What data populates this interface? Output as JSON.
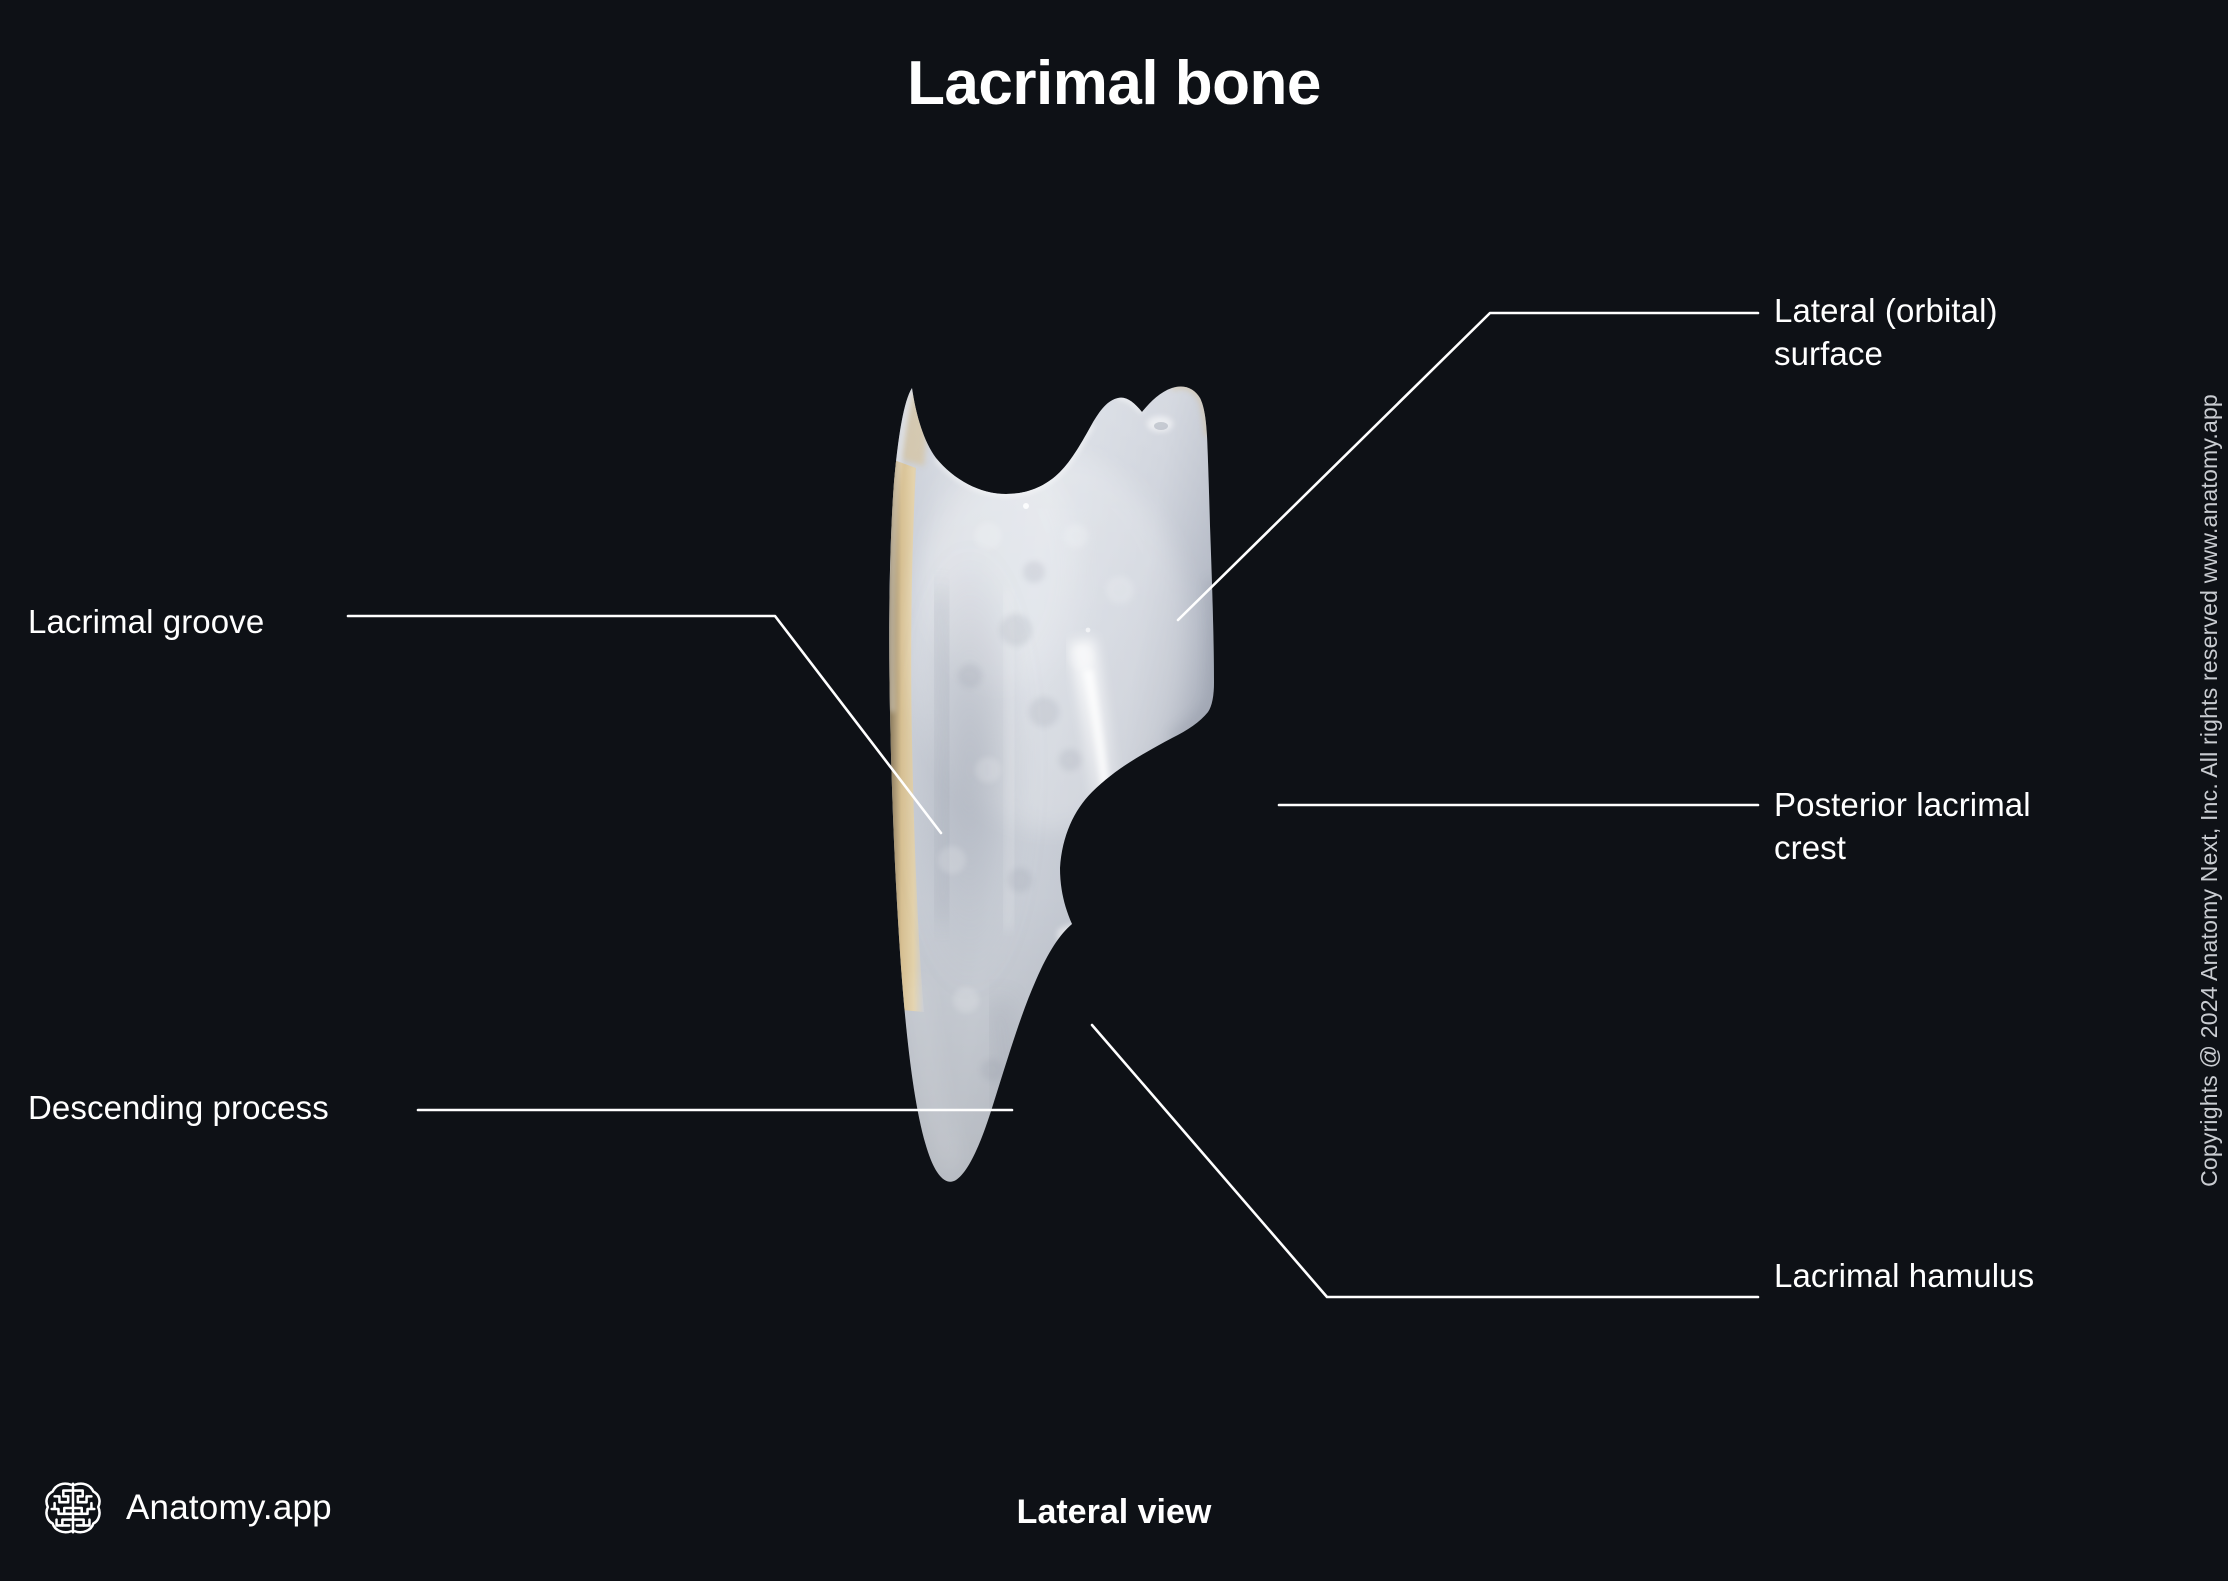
{
  "page": {
    "title": "Lacrimal bone",
    "caption": "Lateral view",
    "background_color": "#0e1116",
    "text_color": "#ffffff",
    "leader_line_color": "#ffffff"
  },
  "brand": {
    "name": "Anatomy.app",
    "icon": "brain-icon"
  },
  "copyright": {
    "text": "Copyrights @ 2024 Anatomy Next, Inc. All rights reserved www.anatomy.app"
  },
  "specimen": {
    "name": "lacrimal-bone",
    "view": "Lateral view",
    "bone_color": "#c3c8d2",
    "bone_highlight_color": "#f2f4f8",
    "bone_shadow_color": "#8d93a1",
    "bone_edge_color": "#d9c49a"
  },
  "labels": [
    {
      "id": "lateral-orbital-surface",
      "text": "Lateral (orbital)\nsurface",
      "side": "right"
    },
    {
      "id": "posterior-lacrimal-crest",
      "text": "Posterior lacrimal\ncrest",
      "side": "right"
    },
    {
      "id": "lacrimal-hamulus",
      "text": "Lacrimal hamulus",
      "side": "right"
    },
    {
      "id": "lacrimal-groove",
      "text": "Lacrimal groove",
      "side": "left"
    },
    {
      "id": "descending-process",
      "text": "Descending process",
      "side": "left"
    }
  ]
}
